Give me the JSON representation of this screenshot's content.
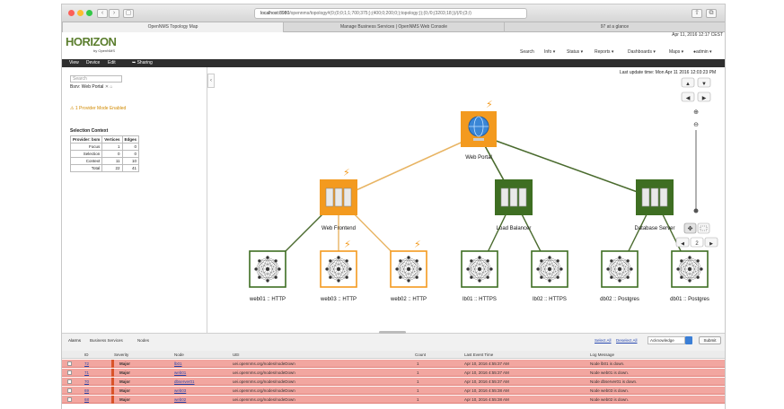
{
  "browser": {
    "url_host": "localhost:8980",
    "url_path": "/opennms/topology#(0;(0;0;1;1;700;375;);(400;0;200;0;);topology;));(0;/0;(3203;18;))/(/0;(3;/)",
    "tabs": [
      {
        "label": "OpenNMS Topology Map",
        "active": true
      },
      {
        "label": "Manage Business Services | OpenNMS Web Console",
        "active": false
      },
      {
        "label": "97 at a glance",
        "active": false
      }
    ],
    "traffic_lights": [
      "#fc5f57",
      "#fdbc2e",
      "#33c748"
    ]
  },
  "header": {
    "logo_text": "HORIZON",
    "logo_sub": "by OpenNMS",
    "datetime": "Apr 11, 2016 12:17 CEST",
    "nav": [
      "Search",
      "Info",
      "Status",
      "Reports",
      "Dashboards",
      "Maps",
      "admin"
    ]
  },
  "toolbar": [
    "View",
    "Device",
    "Edit",
    "Sharing"
  ],
  "sidebar": {
    "search_placeholder": "Search",
    "focus_label": "Bsrv: Web Portal",
    "warning": "1 Provider Mode Enabled",
    "ctx_title": "Selection Context",
    "ctx_headers": [
      "Provider: bsm",
      "Vertices",
      "Edges"
    ],
    "ctx_rows": [
      [
        "Focus",
        "1",
        "0"
      ],
      [
        "Selection",
        "0",
        "0"
      ],
      [
        "Context",
        "11",
        "10"
      ],
      [
        "Total",
        "22",
        "41"
      ]
    ]
  },
  "canvas": {
    "last_update": "Last update time: Mon Apr 11 2016 12:03:23 PM",
    "szl_level": "2",
    "colors": {
      "orange": "#f39a1f",
      "green": "#3e6e22",
      "edge_orange": "#e8b463",
      "edge_green": "#4a6b2e"
    }
  },
  "topology": {
    "root": {
      "label": "Web Portal",
      "status": "orange"
    },
    "services": [
      {
        "label": "Web Frontend",
        "status": "orange"
      },
      {
        "label": "Load Balancer",
        "status": "green"
      },
      {
        "label": "Database Server",
        "status": "green"
      }
    ],
    "leaves": [
      {
        "label": "web01 :: HTTP",
        "status": "green"
      },
      {
        "label": "web03 :: HTTP",
        "status": "orange"
      },
      {
        "label": "web02 :: HTTP",
        "status": "orange"
      },
      {
        "label": "lb01 :: HTTPS",
        "status": "green"
      },
      {
        "label": "lb02 :: HTTPS",
        "status": "green"
      },
      {
        "label": "db02 :: Postgres",
        "status": "green"
      },
      {
        "label": "db01 :: Postgres",
        "status": "green"
      }
    ]
  },
  "bottom": {
    "tabs": [
      "Alarms",
      "Business Services",
      "Nodes"
    ],
    "select_all": "Select All",
    "deselect_all": "Deselect All",
    "ack_option": "Acknowledge",
    "submit": "Submit"
  },
  "alarms": {
    "headers": [
      "ID",
      "Severity",
      "Node",
      "UEI",
      "Count",
      "Last Event Time",
      "Log Message"
    ],
    "rows": [
      {
        "id": "72",
        "severity": "Major",
        "node": "lb01",
        "uei": "uei.opennms.org/nodes/nodeDown",
        "count": "1",
        "time": "Apr 10, 2016 4:55:37 AM",
        "msg": "Node lb01 is down."
      },
      {
        "id": "71",
        "severity": "Major",
        "node": "web01",
        "uei": "uei.opennms.org/nodes/nodeDown",
        "count": "1",
        "time": "Apr 10, 2016 4:55:37 AM",
        "msg": "Node web01 is down."
      },
      {
        "id": "70",
        "severity": "Major",
        "node": "dbserver01",
        "uei": "uei.opennms.org/nodes/nodeDown",
        "count": "1",
        "time": "Apr 10, 2016 4:55:37 AM",
        "msg": "Node dbserver01 is down."
      },
      {
        "id": "69",
        "severity": "Major",
        "node": "web03",
        "uei": "uei.opennms.org/nodes/nodeDown",
        "count": "1",
        "time": "Apr 10, 2016 4:55:38 AM",
        "msg": "Node web03 is down."
      },
      {
        "id": "68",
        "severity": "Major",
        "node": "web02",
        "uei": "uei.opennms.org/nodes/nodeDown",
        "count": "1",
        "time": "Apr 10, 2016 4:55:38 AM",
        "msg": "Node web02 is down."
      }
    ]
  }
}
